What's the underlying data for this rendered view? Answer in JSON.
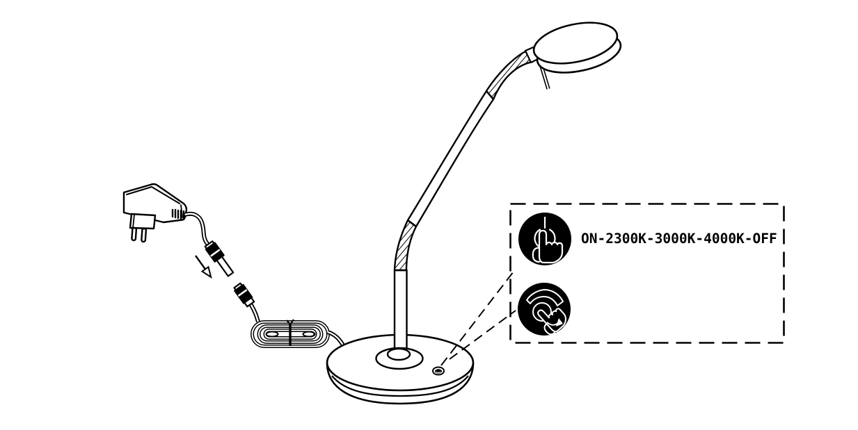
{
  "canvas": {
    "background": "#ffffff",
    "line_color": "#000000",
    "icon_background": "#000000",
    "icon_line_color": "#ffffff"
  },
  "instruction_panel": {
    "label": "ON-2300K-3000K-4000K-OFF",
    "icons": [
      {
        "name": "tap-power-icon"
      },
      {
        "name": "touch-hold-cycle-icon"
      }
    ]
  },
  "diagram": {
    "type": "line-drawing",
    "parts": [
      "power-adapter",
      "adapter-plug-pins",
      "dc-plug-male",
      "insertion-arrow",
      "dc-socket-female",
      "cable-coil",
      "cable-tie",
      "lamp-base",
      "touch-button",
      "gooseneck-arm",
      "lamp-head",
      "instruction-callout-box",
      "leader-lines"
    ]
  }
}
